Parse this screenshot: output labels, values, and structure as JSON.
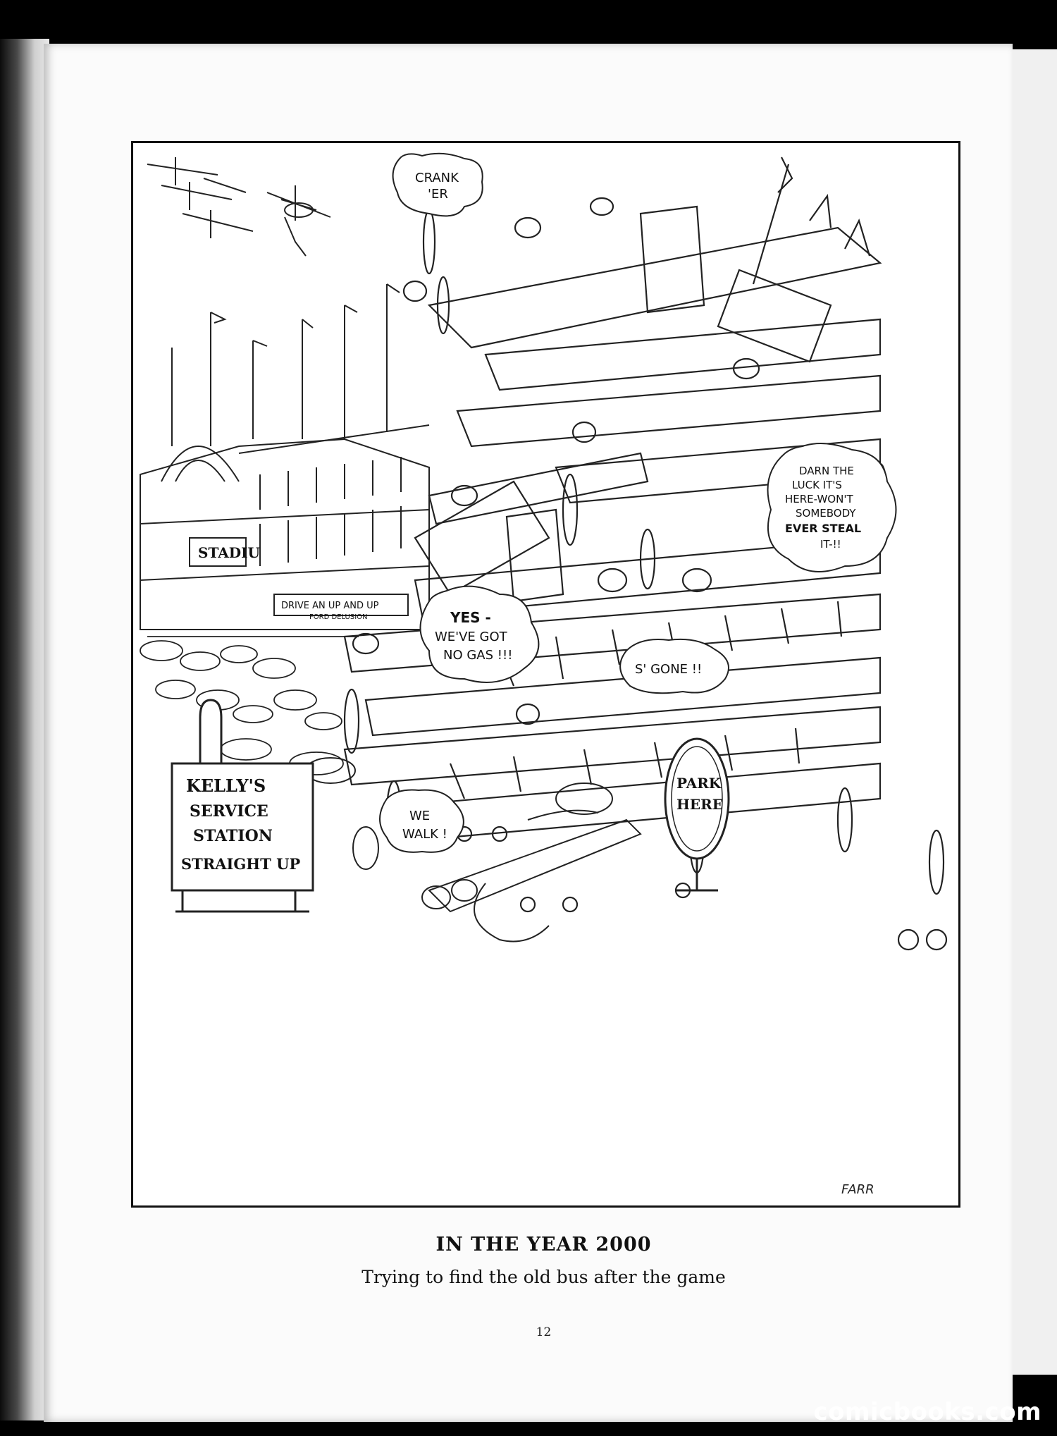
{
  "cartoon": {
    "balloons": {
      "crank_line1": "CRANK",
      "crank_line2": "'ER",
      "darn_line1": "DARN THE",
      "darn_line2": "LUCK IT'S",
      "darn_line3": "HERE-WON'T",
      "darn_line4": "SOMEBODY",
      "darn_line5": "EVER STEAL",
      "darn_line6": "IT-!!",
      "yes_line1": "YES -",
      "yes_line2": "WE'VE GOT",
      "yes_line3": "NO GAS !!!",
      "sgone": "S' GONE !!",
      "walk_line1": "WE",
      "walk_line2": "WALK !"
    },
    "signs": {
      "stadium": "STADIU",
      "drive": "DRIVE AN UP AND UP",
      "drive_sub": "FORD DELUSION",
      "park_line1": "PARK",
      "park_line2": "HERE",
      "kelly_line1": "KELLY'S",
      "kelly_line2": "SERVICE",
      "kelly_line3": "STATION",
      "kelly_line4": "STRAIGHT UP"
    },
    "signature": "FARR"
  },
  "caption": {
    "title": "IN THE YEAR 2000",
    "subtitle": "Trying to find the old bus after the game"
  },
  "page_number": "12",
  "watermark": "comicbooks.com"
}
